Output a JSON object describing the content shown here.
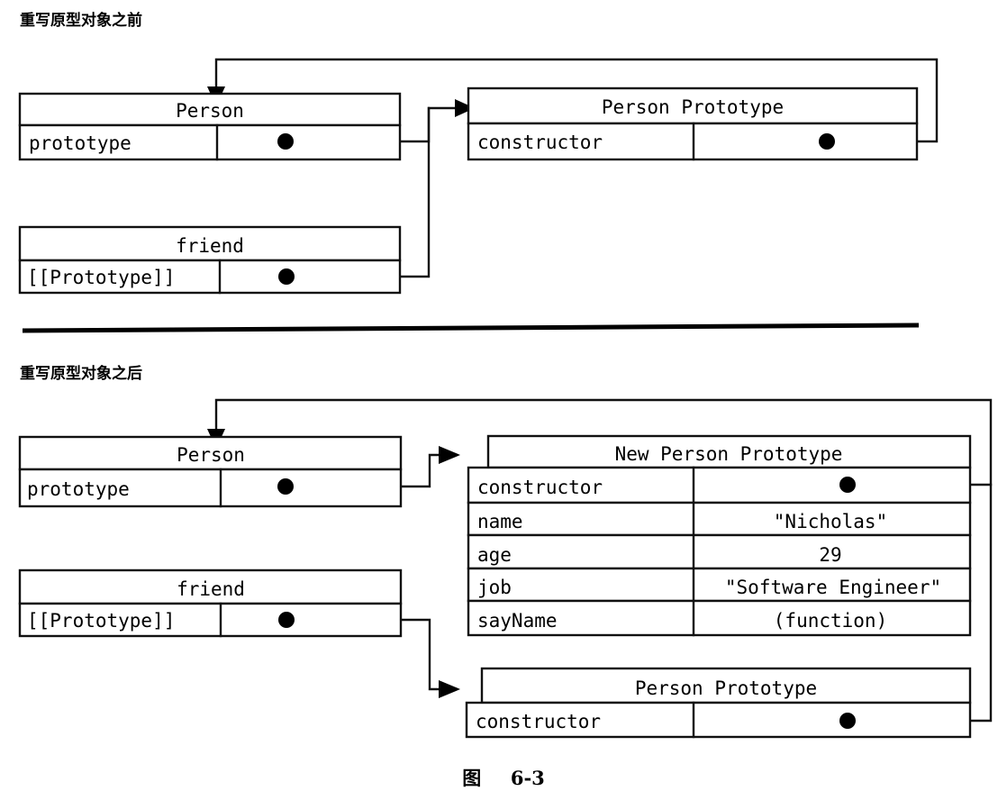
{
  "figure": {
    "caption_label": "图",
    "caption_number": "6-3"
  },
  "sections": [
    {
      "id": "before",
      "title": "重写原型对象之前",
      "boxes": [
        {
          "name": "person",
          "header": "Person",
          "rows": [
            {
              "key": "prototype",
              "value": "",
              "pointer": true
            }
          ]
        },
        {
          "name": "person-prototype",
          "header": "Person Prototype",
          "rows": [
            {
              "key": "constructor",
              "value": "",
              "pointer": true
            }
          ]
        },
        {
          "name": "friend",
          "header": "friend",
          "rows": [
            {
              "key": "[[Prototype]]",
              "value": "",
              "pointer": true
            }
          ]
        }
      ],
      "connections": [
        {
          "from": "person.prototype",
          "to": "person-prototype"
        },
        {
          "from": "friend.[[Prototype]]",
          "to": "person-prototype"
        },
        {
          "from": "person-prototype.constructor",
          "to": "person"
        }
      ]
    },
    {
      "id": "after",
      "title": "重写原型对象之后",
      "boxes": [
        {
          "name": "person",
          "header": "Person",
          "rows": [
            {
              "key": "prototype",
              "value": "",
              "pointer": true
            }
          ]
        },
        {
          "name": "new-person-prototype",
          "header": "New Person Prototype",
          "rows": [
            {
              "key": "constructor",
              "value": "",
              "pointer": true
            },
            {
              "key": "name",
              "value": "\"Nicholas\"",
              "pointer": false
            },
            {
              "key": "age",
              "value": "29",
              "pointer": false
            },
            {
              "key": "job",
              "value": "\"Software Engineer\"",
              "pointer": false
            },
            {
              "key": "sayName",
              "value": "(function)",
              "pointer": false
            }
          ]
        },
        {
          "name": "friend",
          "header": "friend",
          "rows": [
            {
              "key": "[[Prototype]]",
              "value": "",
              "pointer": true
            }
          ]
        },
        {
          "name": "person-prototype",
          "header": "Person Prototype",
          "rows": [
            {
              "key": "constructor",
              "value": "",
              "pointer": true
            }
          ]
        }
      ],
      "connections": [
        {
          "from": "person.prototype",
          "to": "new-person-prototype"
        },
        {
          "from": "friend.[[Prototype]]",
          "to": "person-prototype"
        },
        {
          "from": "new-person-prototype.constructor",
          "to": "person"
        },
        {
          "from": "person-prototype.constructor",
          "to": "person"
        }
      ]
    }
  ]
}
